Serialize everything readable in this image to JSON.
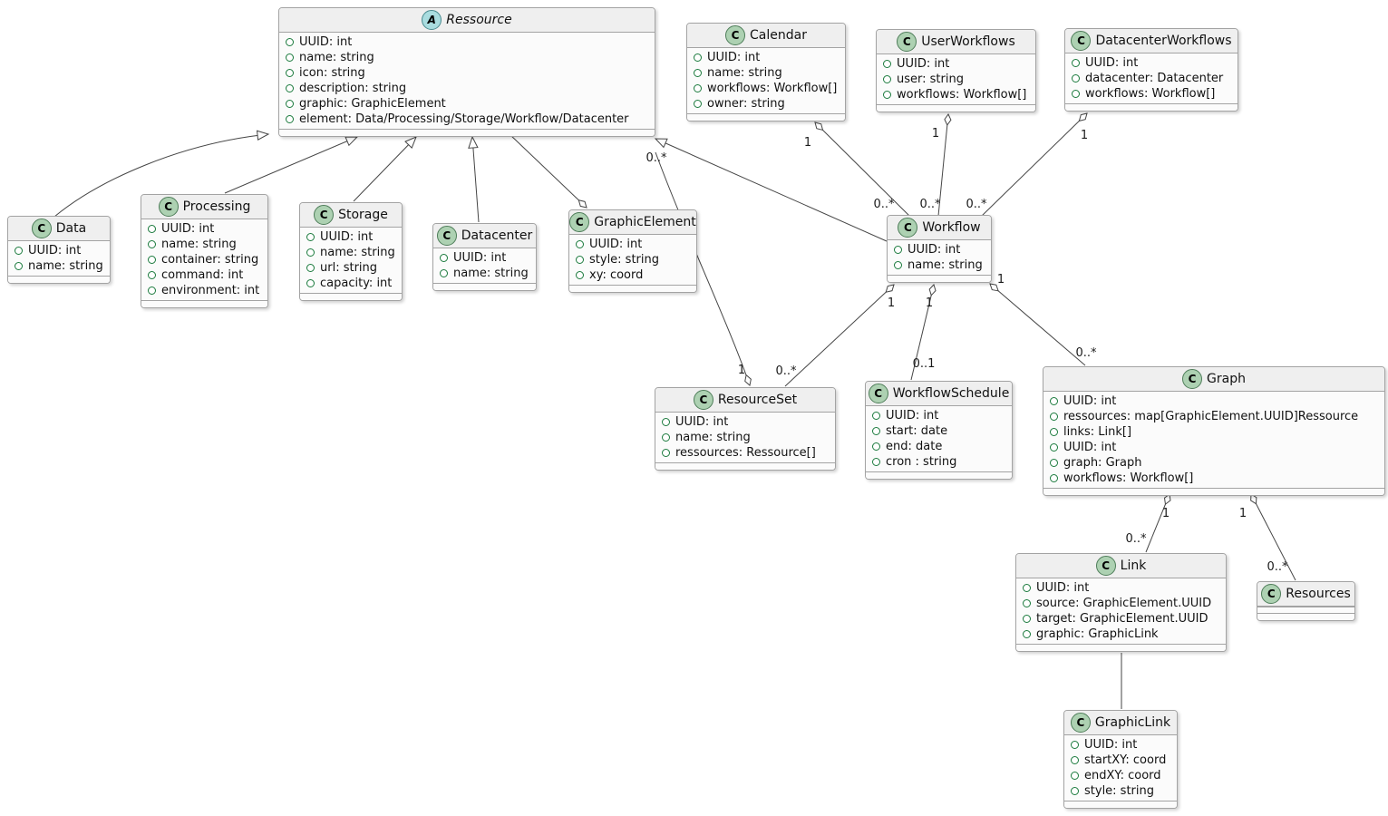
{
  "icons": {
    "class_letter": "C",
    "abstract_letter": "A"
  },
  "colors": {
    "class_icon_fill": "#ADD1B2",
    "abstract_icon_fill": "#A9DCDF",
    "box_header": "#EFEFEF",
    "box_body": "#FBFBFB",
    "box_border": "#A3A3A3",
    "edge": "#454545",
    "field_bullet": "#1B7A3D"
  },
  "classes": {
    "ressource": {
      "name": "Ressource",
      "kind": "abstract",
      "attrs": [
        "UUID: int",
        "name: string",
        "icon: string",
        "description: string",
        "graphic: GraphicElement",
        "element: Data/Processing/Storage/Workflow/Datacenter"
      ]
    },
    "data": {
      "name": "Data",
      "kind": "class",
      "attrs": [
        "UUID: int",
        "name: string"
      ]
    },
    "processing": {
      "name": "Processing",
      "kind": "class",
      "attrs": [
        "UUID: int",
        "name: string",
        "container: string",
        "command: int",
        "environment: int"
      ]
    },
    "storage": {
      "name": "Storage",
      "kind": "class",
      "attrs": [
        "UUID: int",
        "name: string",
        "url: string",
        "capacity: int"
      ]
    },
    "datacenter": {
      "name": "Datacenter",
      "kind": "class",
      "attrs": [
        "UUID: int",
        "name: string"
      ]
    },
    "graphicelement": {
      "name": "GraphicElement",
      "kind": "class",
      "attrs": [
        "UUID: int",
        "style: string",
        "xy: coord"
      ]
    },
    "calendar": {
      "name": "Calendar",
      "kind": "class",
      "attrs": [
        "UUID: int",
        "name: string",
        "workflows: Workflow[]",
        "owner: string"
      ]
    },
    "userworkflows": {
      "name": "UserWorkflows",
      "kind": "class",
      "attrs": [
        "UUID: int",
        "user: string",
        "workflows: Workflow[]"
      ]
    },
    "datacenterworkflows": {
      "name": "DatacenterWorkflows",
      "kind": "class",
      "attrs": [
        "UUID: int",
        "datacenter: Datacenter",
        "workflows: Workflow[]"
      ]
    },
    "workflow": {
      "name": "Workflow",
      "kind": "class",
      "attrs": [
        "UUID: int",
        "name: string"
      ]
    },
    "resourceset": {
      "name": "ResourceSet",
      "kind": "class",
      "attrs": [
        "UUID: int",
        "name: string",
        "ressources: Ressource[]"
      ]
    },
    "workflowschedule": {
      "name": "WorkflowSchedule",
      "kind": "class",
      "attrs": [
        "UUID: int",
        "start: date",
        "end: date",
        "cron : string"
      ]
    },
    "graph": {
      "name": "Graph",
      "kind": "class",
      "attrs": [
        "UUID: int",
        "ressources: map[GraphicElement.UUID]Ressource",
        "links: Link[]",
        "UUID: int",
        "graph: Graph",
        "workflows: Workflow[]"
      ]
    },
    "link": {
      "name": "Link",
      "kind": "class",
      "attrs": [
        "UUID: int",
        "source: GraphicElement.UUID",
        "target: GraphicElement.UUID",
        "graphic: GraphicLink"
      ]
    },
    "resources": {
      "name": "Resources",
      "kind": "class",
      "attrs": []
    },
    "graphiclink": {
      "name": "GraphicLink",
      "kind": "class",
      "attrs": [
        "UUID: int",
        "startXY: coord",
        "endXY: coord",
        "style: string"
      ]
    }
  },
  "relations": [
    {
      "from": "Data",
      "to": "Ressource",
      "type": "generalization"
    },
    {
      "from": "Processing",
      "to": "Ressource",
      "type": "generalization"
    },
    {
      "from": "Storage",
      "to": "Ressource",
      "type": "generalization"
    },
    {
      "from": "Datacenter",
      "to": "Ressource",
      "type": "generalization"
    },
    {
      "from": "Workflow",
      "to": "Ressource",
      "type": "generalization"
    },
    {
      "from": "Ressource",
      "to": "GraphicElement",
      "type": "aggregation"
    },
    {
      "from": "Ressource",
      "to": "ResourceSet",
      "type": "aggregation",
      "container_label": "1",
      "part_label": "0..*"
    },
    {
      "from": "Calendar",
      "to": "Workflow",
      "type": "aggregation",
      "container_label": "1",
      "part_label": "0..*"
    },
    {
      "from": "UserWorkflows",
      "to": "Workflow",
      "type": "aggregation",
      "container_label": "1",
      "part_label": "0..*"
    },
    {
      "from": "DatacenterWorkflows",
      "to": "Workflow",
      "type": "aggregation",
      "container_label": "1",
      "part_label": "0..*"
    },
    {
      "from": "Workflow",
      "to": "ResourceSet",
      "type": "aggregation",
      "container_label": "1",
      "part_label": "0..*"
    },
    {
      "from": "Workflow",
      "to": "WorkflowSchedule",
      "type": "aggregation",
      "container_label": "1",
      "part_label": "0..1"
    },
    {
      "from": "Workflow",
      "to": "Graph",
      "type": "aggregation",
      "container_label": "1",
      "part_label": "0..*"
    },
    {
      "from": "Graph",
      "to": "Link",
      "type": "aggregation",
      "container_label": "1",
      "part_label": "0..*"
    },
    {
      "from": "Graph",
      "to": "Resources",
      "type": "aggregation",
      "container_label": "1",
      "part_label": "0..*"
    },
    {
      "from": "Link",
      "to": "GraphicLink",
      "type": "association"
    }
  ]
}
